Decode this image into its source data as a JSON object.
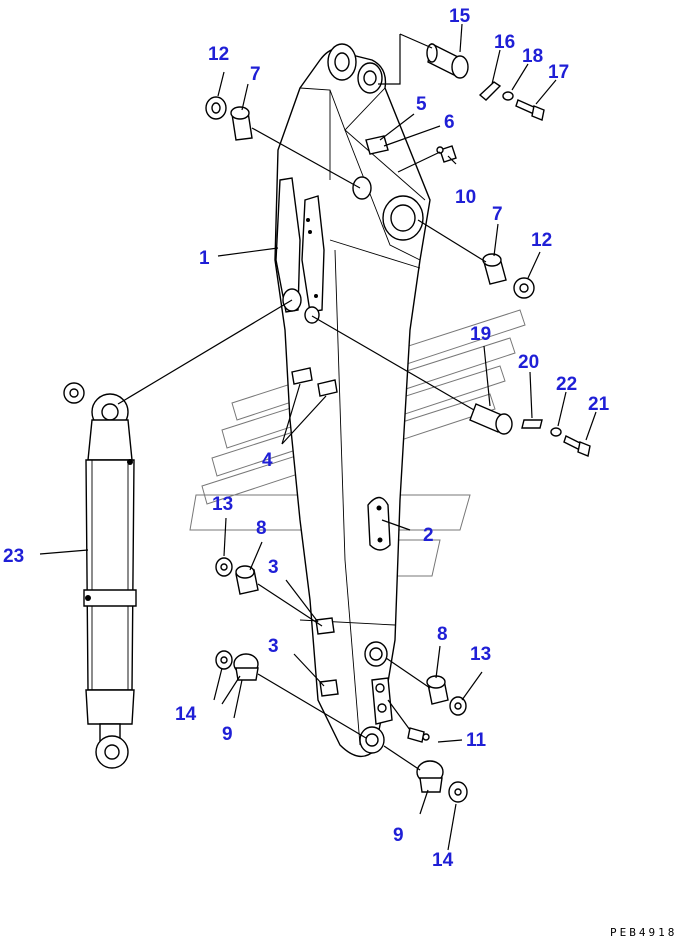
{
  "diagram": {
    "callouts": {
      "c1": "1",
      "c2": "2",
      "c3a": "3",
      "c3b": "3",
      "c4": "4",
      "c5": "5",
      "c6": "6",
      "c7a": "7",
      "c7b": "7",
      "c8a": "8",
      "c8b": "8",
      "c9a": "9",
      "c9b": "9",
      "c10": "10",
      "c11": "11",
      "c12a": "12",
      "c12b": "12",
      "c13a": "13",
      "c13b": "13",
      "c14a": "14",
      "c14b": "14",
      "c15": "15",
      "c16": "16",
      "c17": "17",
      "c18": "18",
      "c19": "19",
      "c20": "20",
      "c21": "21",
      "c22": "22",
      "c23": "23"
    },
    "drawing_code": "PEB4918",
    "colors": {
      "callout": "#1f1fd6",
      "line": "#000000",
      "watermark": "#777777"
    }
  }
}
